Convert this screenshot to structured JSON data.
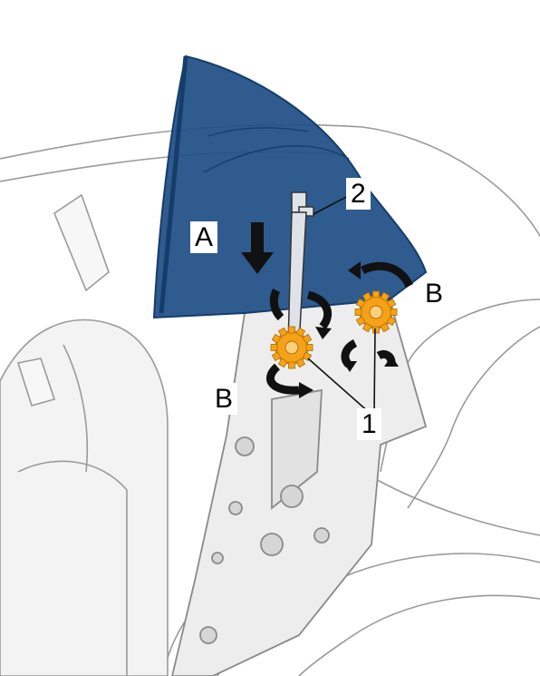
{
  "figure": {
    "callouts": {
      "a": "A",
      "b_right": "B",
      "b_left": "B",
      "one": "1",
      "two": "2"
    },
    "colors": {
      "wind_deflector": "#1f4f86",
      "wind_deflector_edge": "#163d6a",
      "gear": "#f5a21a",
      "arrow": "#111111",
      "body_line": "#9a9a9a",
      "body_fill": "#ececec"
    },
    "icons": [
      "down-arrow-icon",
      "rotate-arrow-icon",
      "gear-icon",
      "tool-icon"
    ]
  }
}
